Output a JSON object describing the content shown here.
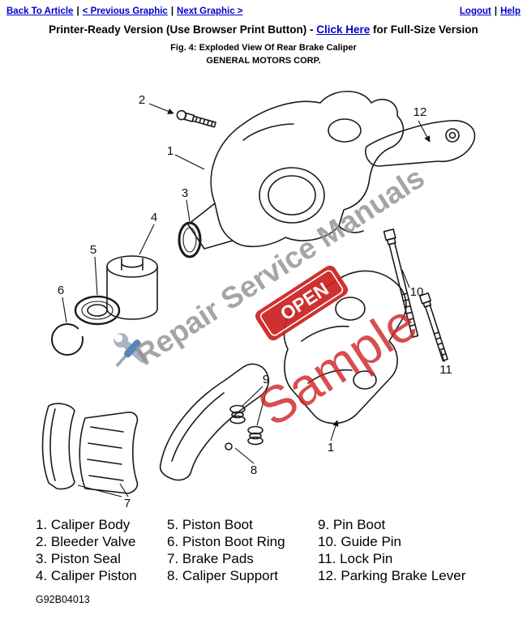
{
  "nav": {
    "back": "Back To Article",
    "prev": "< Previous Graphic",
    "next": "Next Graphic >",
    "logout": "Logout",
    "help": "Help",
    "sep": "|"
  },
  "header": {
    "printer_text_before": "Printer-Ready Version (Use Browser Print Button) - ",
    "printer_link": "Click Here",
    "printer_text_after": " for Full-Size Version",
    "fig_caption": "Fig. 4: Exploded View Of Rear Brake Caliper",
    "company": "GENERAL MOTORS CORP."
  },
  "watermark": {
    "brand": "Repair Service Manuals",
    "stamp": "OPEN",
    "sample": "Sample"
  },
  "diagram": {
    "callouts": [
      "2",
      "1",
      "12",
      "3",
      "4",
      "5",
      "6",
      "10",
      "11",
      "9",
      "8",
      "1",
      "7"
    ]
  },
  "legend": {
    "columns": [
      {
        "items": [
          "1. Caliper Body",
          "2. Bleeder Valve",
          "3. Piston Seal",
          "4. Caliper Piston"
        ]
      },
      {
        "items": [
          "5. Piston Boot",
          "6. Piston Boot Ring",
          "7. Brake Pads",
          "8. Caliper Support"
        ]
      },
      {
        "items": [
          "9. Pin Boot",
          "10. Guide Pin",
          "11. Lock Pin",
          "12. Parking Brake Lever"
        ]
      }
    ]
  },
  "footer": {
    "doc_id": "G92B04013"
  },
  "colors": {
    "link": "#0000cc",
    "stamp_red": "#cc2222",
    "watermark_gray": "#8f8f8f"
  }
}
